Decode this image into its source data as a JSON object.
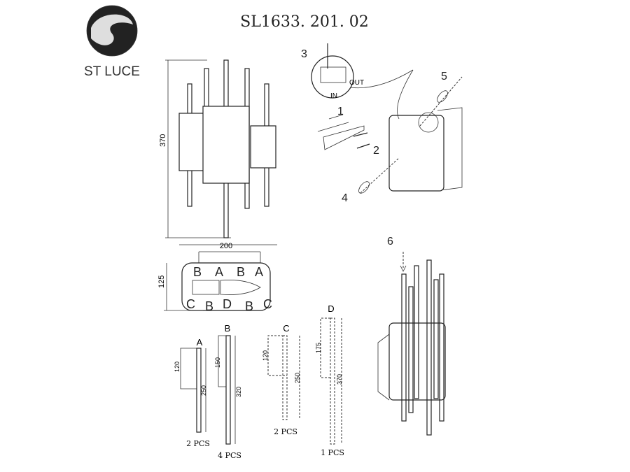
{
  "brand": {
    "name": "ST LUCE"
  },
  "title": "SL1633. 201. 02",
  "front_view": {
    "height_label": "370",
    "width_label": "200"
  },
  "top_view": {
    "depth_label": "125",
    "top_letters": [
      "B",
      "A",
      "B",
      "A"
    ],
    "bottom_letters": [
      "C",
      "B",
      "D",
      "B",
      "C"
    ]
  },
  "steps": {
    "s1": "1",
    "s2": "2",
    "s3": "3",
    "s4": "4",
    "s5": "5",
    "s6": "6",
    "out": "OUT",
    "in": "IN"
  },
  "parts": [
    {
      "label": "A",
      "dim_short": "120",
      "dim_long": "250",
      "qty": "2 PCS"
    },
    {
      "label": "B",
      "dim_short": "150",
      "dim_long": "320",
      "qty": "4 PCS"
    },
    {
      "label": "C",
      "dim_short": "120",
      "dim_long": "250",
      "qty": "2 PCS"
    },
    {
      "label": "D",
      "dim_short": "175",
      "dim_long": "370",
      "qty": "1 PCS"
    }
  ]
}
